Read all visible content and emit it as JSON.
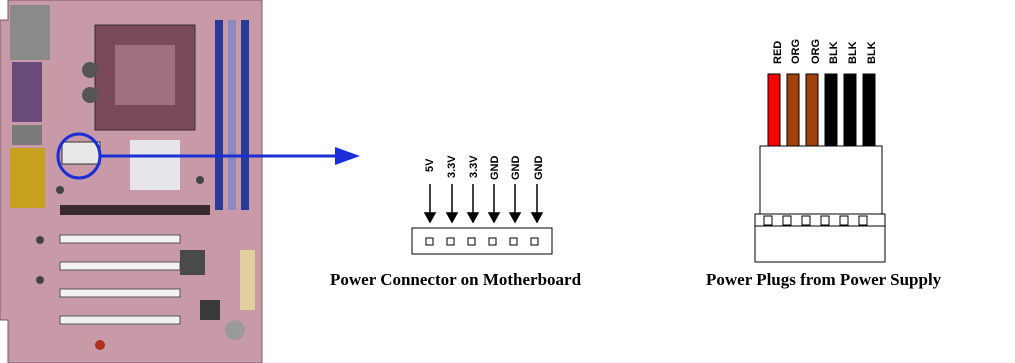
{
  "motherboard_connector": {
    "pins": [
      "5V",
      "3.3V",
      "3.3V",
      "GND",
      "GND",
      "GND"
    ],
    "caption": "Power Connector on Motherboard"
  },
  "power_supply_plug": {
    "wires": [
      {
        "label": "RED",
        "color": "#ff0000"
      },
      {
        "label": "ORG",
        "color": "#a0400a"
      },
      {
        "label": "ORG",
        "color": "#a0400a"
      },
      {
        "label": "BLK",
        "color": "#000000"
      },
      {
        "label": "BLK",
        "color": "#000000"
      },
      {
        "label": "BLK",
        "color": "#000000"
      }
    ],
    "caption": "Power Plugs from Power Supply"
  },
  "colors": {
    "pointer": "#1a2fd6",
    "board": "#c89aa8"
  }
}
